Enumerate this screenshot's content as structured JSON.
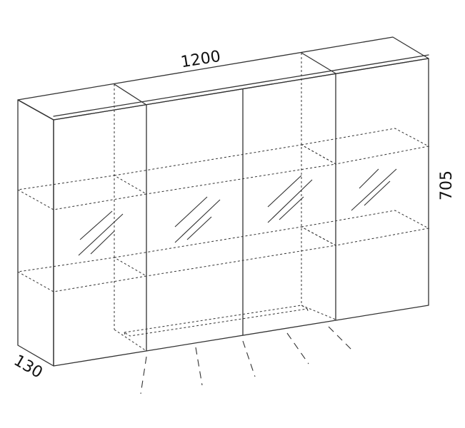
{
  "dimensions": {
    "width": "1200",
    "height": "705",
    "depth": "130"
  }
}
